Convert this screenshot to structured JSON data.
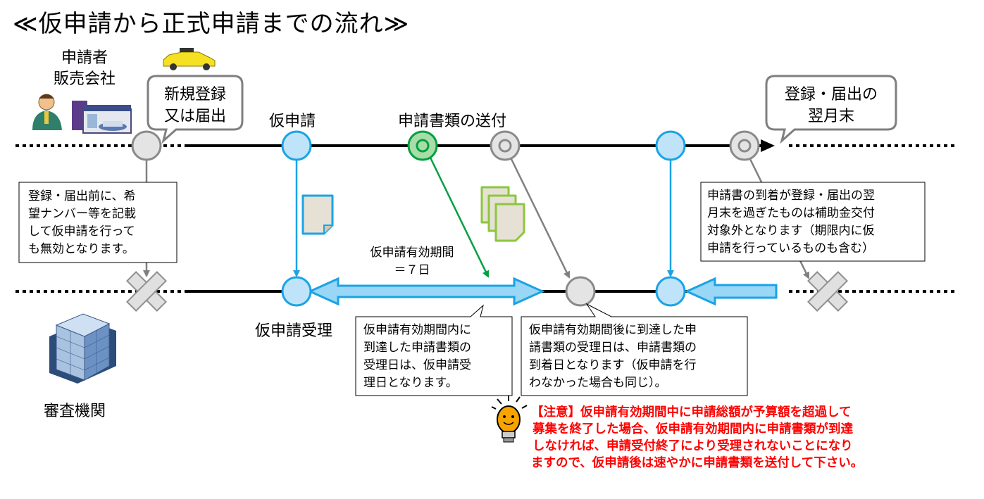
{
  "title": "≪仮申請から正式申請までの流れ≫",
  "actors": {
    "applicant_line1": "申請者",
    "applicant_line2": "販売会社",
    "reviewer": "審査機関"
  },
  "callouts": {
    "new_registration": [
      "新規登録",
      "又は届出"
    ],
    "month_end": [
      "登録・届出の",
      "翌月末"
    ]
  },
  "timeline_labels": {
    "provisional": "仮申請",
    "send_documents": "申請書類の送付",
    "provisional_received": "仮申請受理"
  },
  "validity": {
    "line1": "仮申請有効期間",
    "line2": "＝７日"
  },
  "notes": {
    "before_registration": [
      "登録・届出前に、希",
      "望ナンバー等を記載",
      "して仮申請を行って",
      "も無効となります。"
    ],
    "after_month_end": [
      "申請書の到着が登録・届出の翌",
      "月末を過ぎたものは補助金交付",
      "対象外となります（期限内に仮",
      "申請を行っているものも含む）"
    ],
    "within_validity": [
      "仮申請有効期間内に",
      "到達した申請書類の",
      "受理日は、仮申請受",
      "理日となります。"
    ],
    "after_validity": [
      "仮申請有効期間後に到達した申",
      "請書類の受理日は、申請書類の",
      "到着日となります（仮申請を行",
      "わなかった場合も同じ）。"
    ]
  },
  "warning": [
    "【注意】仮申請有効期間中に申請総額が予算額を超過して",
    "募集を終了した場合、仮申請有効期間内に申請書類が到達",
    "しなければ、申請受付終了により受理されないことになり",
    "ますので、仮申請後は速やかに申請書類を送付して下さい。"
  ],
  "colors": {
    "blue_node": "#5bb5ea",
    "blue_arrow": "#00a0e9",
    "green_node": "#8fd18f",
    "green_arrow": "#00a040",
    "gray_node": "#d9d9d9",
    "warning_text": "#ff0000"
  }
}
